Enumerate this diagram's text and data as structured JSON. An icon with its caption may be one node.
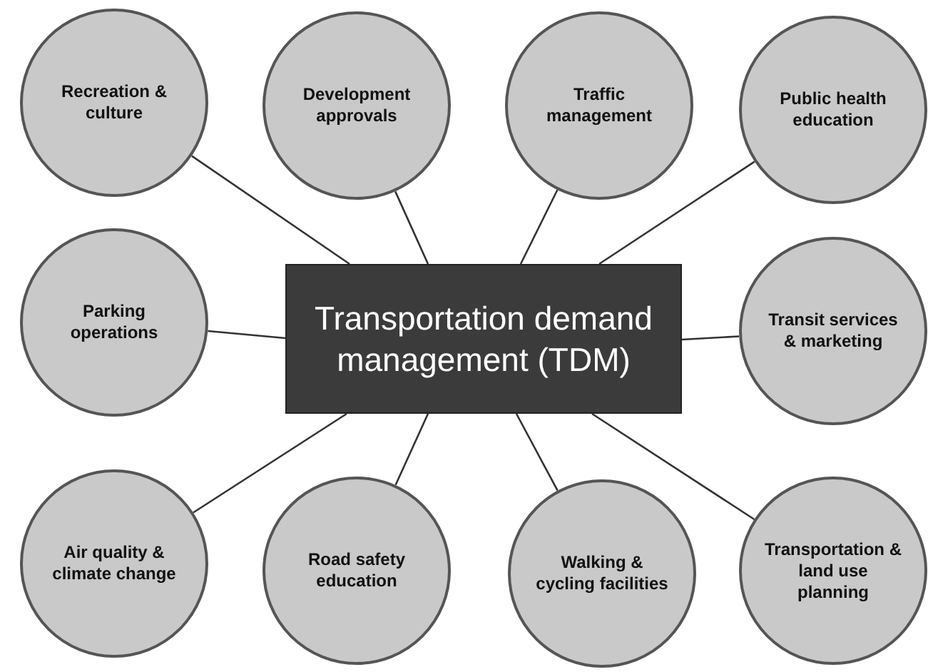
{
  "diagram": {
    "nodes": [
      {
        "text": [
          "Recreation & culture"
        ]
      },
      {
        "text": [
          "Development approvals"
        ]
      },
      {
        "text": [
          "Traffic management"
        ]
      },
      {
        "text": [
          "Public health education"
        ]
      },
      {
        "text": [
          "Parking operations"
        ]
      },
      {
        "text": [
          "Transportation demand management (TDM)"
        ]
      },
      {
        "text": [
          "Transit services & marketing"
        ]
      },
      {
        "text": [
          "Air quality & climate change"
        ]
      },
      {
        "text": [
          "Road safety education"
        ]
      },
      {
        "text": [
          "Walking & cycling facilities"
        ]
      },
      {
        "text": [
          "Transportation & land use planning"
        ]
      }
    ],
    "edges": [
      {
        "from": 5,
        "to": 0,
        "arrow": "none"
      },
      {
        "from": 5,
        "to": 1,
        "arrow": "none"
      },
      {
        "from": 5,
        "to": 2,
        "arrow": "none"
      },
      {
        "from": 5,
        "to": 3,
        "arrow": "none"
      },
      {
        "from": 5,
        "to": 4,
        "arrow": "none"
      },
      {
        "from": 5,
        "to": 6,
        "arrow": "none"
      },
      {
        "from": 5,
        "to": 7,
        "arrow": "none"
      },
      {
        "from": 5,
        "to": 8,
        "arrow": "none"
      },
      {
        "from": 5,
        "to": 9,
        "arrow": "none"
      },
      {
        "from": 5,
        "to": 10,
        "arrow": "none"
      }
    ]
  }
}
